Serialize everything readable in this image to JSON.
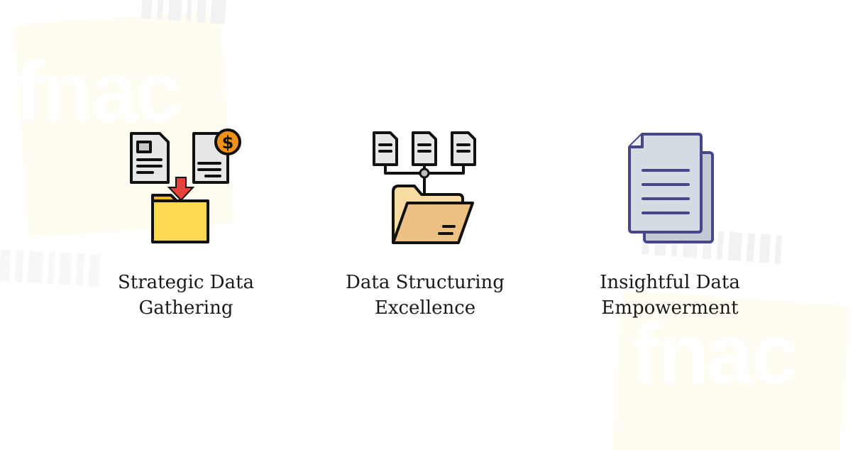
{
  "background": {
    "watermark_text": "fnac",
    "watermark_color": "#fffcf1"
  },
  "items": [
    {
      "icon": "data-gathering-icon",
      "label_line1": "Strategic Data",
      "label_line2": "Gathering"
    },
    {
      "icon": "folder-structure-icon",
      "label_line1": "Data Structuring",
      "label_line2": "Excellence"
    },
    {
      "icon": "documents-icon",
      "label_line1": "Insightful Data",
      "label_line2": "Empowerment"
    }
  ],
  "colors": {
    "text": "#1a1a1a",
    "folder_yellow": "#fcd94f",
    "folder_tan": "#edc184",
    "coin_orange": "#f39117",
    "arrow_red": "#e8413c",
    "doc_gray": "#e6e7e9",
    "doc_blue_outline": "#45478a",
    "doc_blue_fill": "#d5dbe3"
  }
}
